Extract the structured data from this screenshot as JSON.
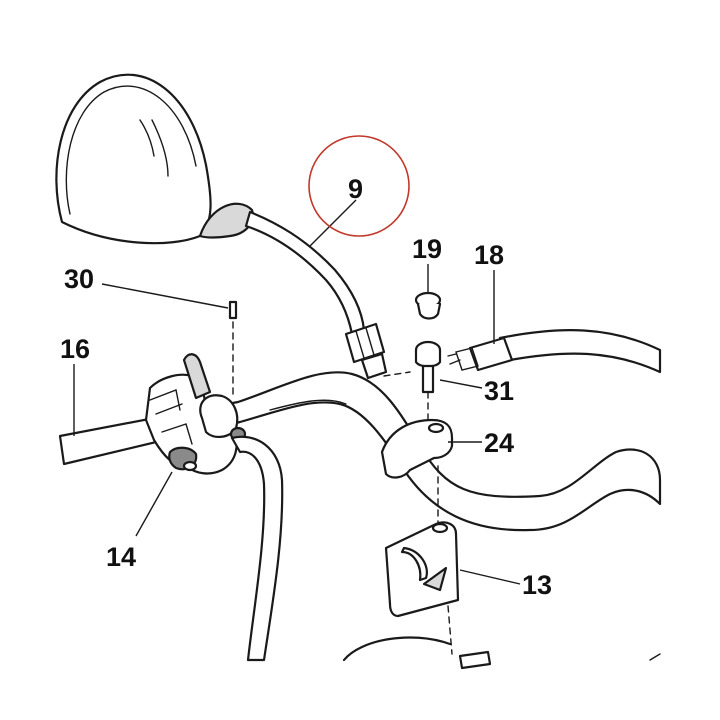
{
  "callouts": {
    "p9": "9",
    "p19": "19",
    "p18": "18",
    "p30": "30",
    "p16": "16",
    "p31": "31",
    "p24": "24",
    "p14": "14",
    "p13": "13"
  },
  "highlight": {
    "part": "9",
    "color": "#c0392b"
  }
}
